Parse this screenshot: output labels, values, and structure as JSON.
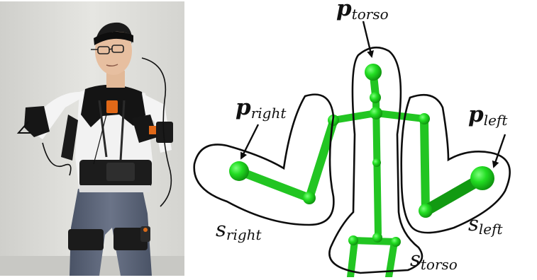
{
  "photo": {
    "alt": "person wearing motion capture suit with sensors",
    "colors": {
      "wall": "#dcdcd8",
      "skin": "#e7bfa0",
      "shirt": "#f3f3f3",
      "vest": "#171717",
      "jeans": "#5a6478",
      "glove": "#1a1a1a",
      "headband": "#141414"
    }
  },
  "diagram": {
    "skeleton_color": "#22dd22",
    "skeleton_shade": "#0e8f0e",
    "outline_color": "#0d0d0d",
    "labels": {
      "p_torso": {
        "symbol": "p",
        "subscript": "torso"
      },
      "p_right": {
        "symbol": "p",
        "subscript": "right"
      },
      "p_left": {
        "symbol": "p",
        "subscript": "left"
      },
      "s_right": {
        "symbol": "s",
        "subscript": "right"
      },
      "s_left": {
        "symbol": "s",
        "subscript": "left"
      },
      "s_torso": {
        "symbol": "s",
        "subscript": "torso"
      }
    }
  }
}
